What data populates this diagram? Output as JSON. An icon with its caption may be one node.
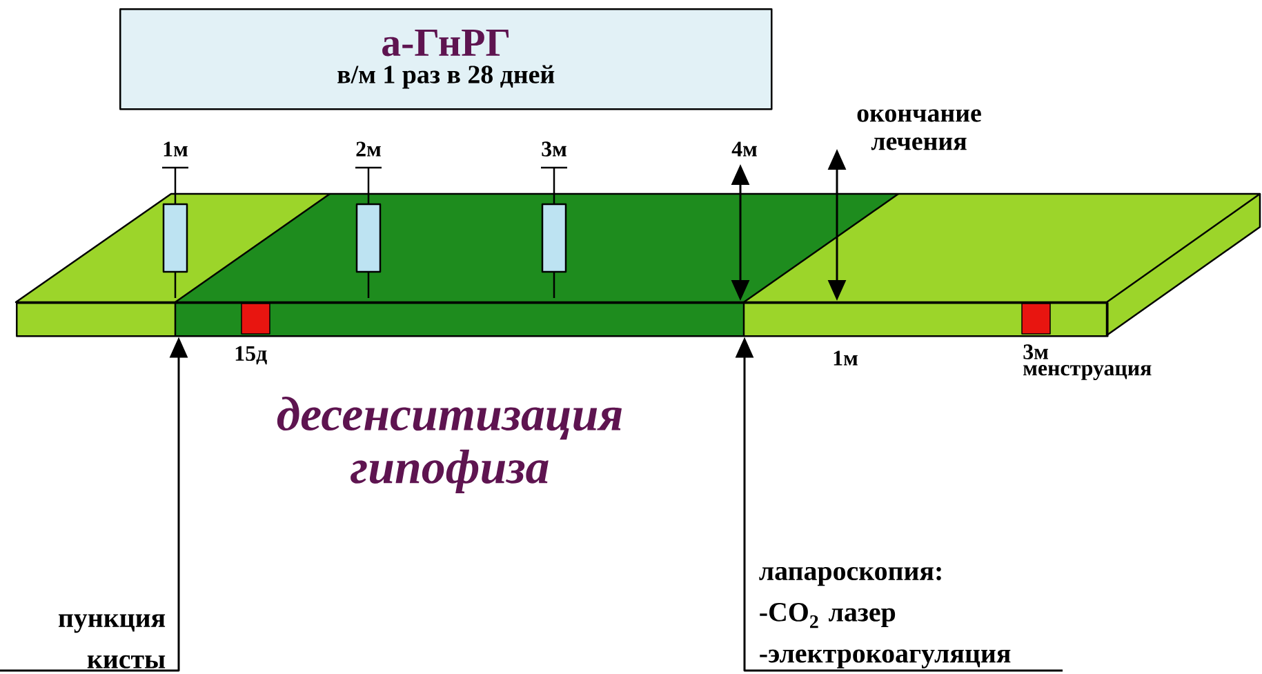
{
  "diagram": {
    "nodes": [
      {
        "text": [
          "а-ГнРГ",
          "в/м 1 раз в 28 дней"
        ]
      },
      {
        "text": [],
        "shape": "bar"
      },
      {
        "text": [
          "пункция кисты"
        ]
      },
      {
        "text": [
          "лапароскопия:",
          "-CO$_{2}$ лазер",
          "-электрокоагуляция"
        ]
      }
    ],
    "edges": [
      {
        "from": 2,
        "to": 1,
        "arrow": "to"
      },
      {
        "from": 3,
        "to": 1,
        "arrow": "to"
      }
    ],
    "labels": [
      "1м",
      "2м",
      "3м",
      "4м",
      "окончание лечения",
      "15д",
      "1м",
      "3м",
      "менструация",
      "десенситизация гипофиза"
    ]
  }
}
